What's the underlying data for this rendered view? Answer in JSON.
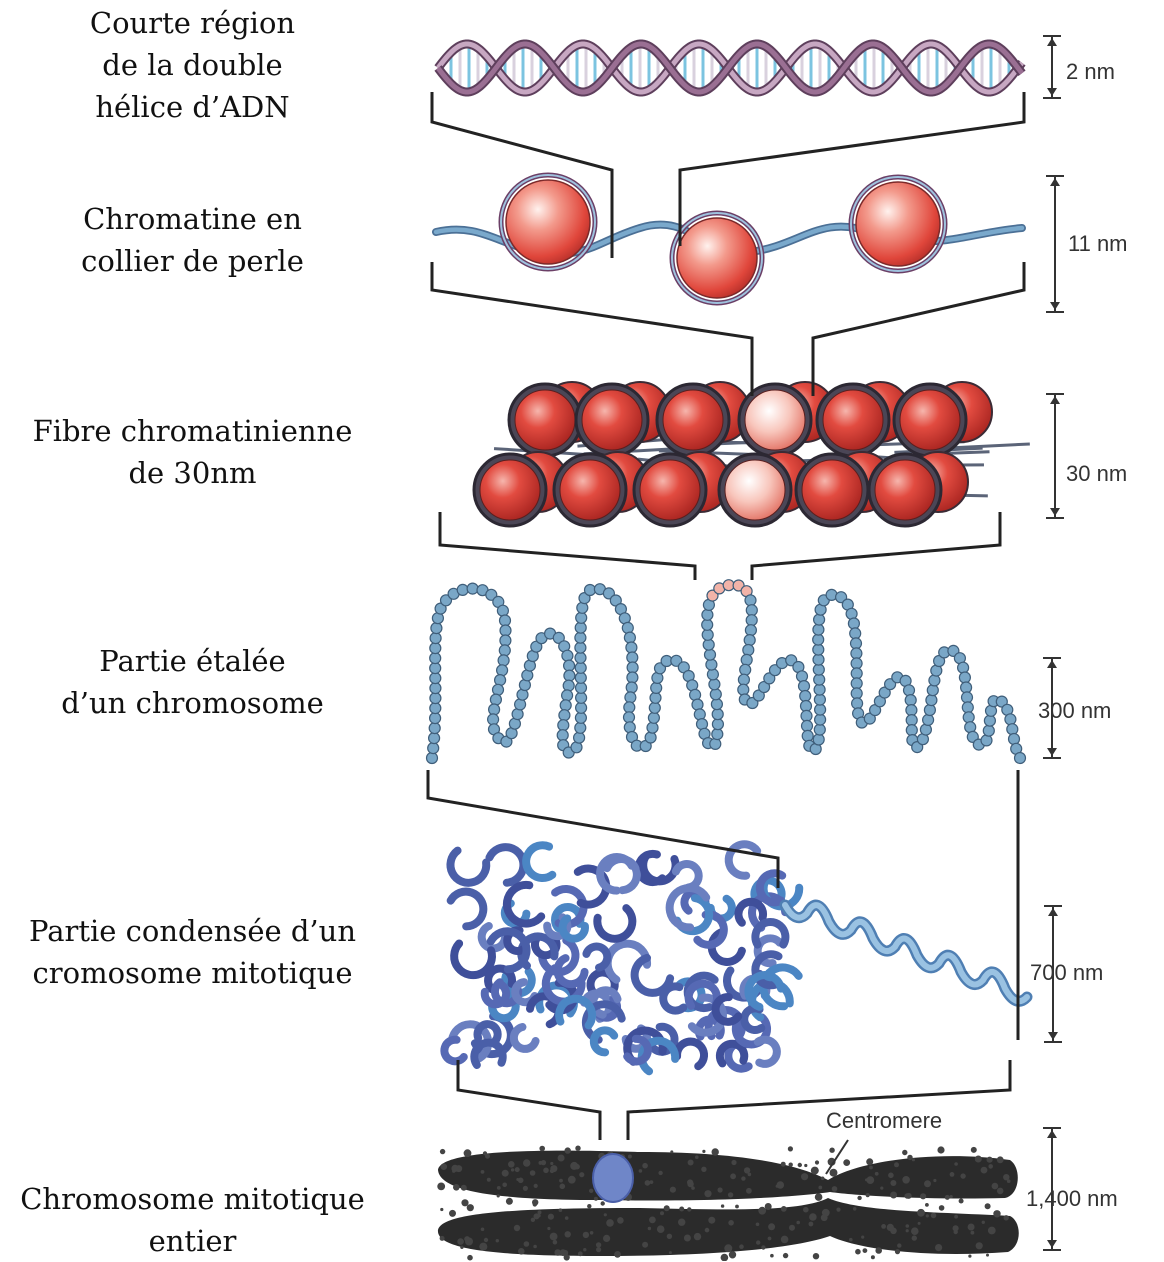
{
  "levels": [
    {
      "lines": [
        "Courte région",
        "de la double",
        "hélice d’ADN"
      ],
      "scale": "2 nm"
    },
    {
      "lines": [
        "Chromatine en",
        "collier de perle"
      ],
      "scale": "11 nm"
    },
    {
      "lines": [
        "Fibre chromatinienne",
        "de 30nm"
      ],
      "scale": "30 nm"
    },
    {
      "lines": [
        "Partie étalée",
        "d’un chromosome"
      ],
      "scale": "300 nm"
    },
    {
      "lines": [
        "Partie condensée d’un",
        "cromosome mitotique"
      ],
      "scale": "700 nm"
    },
    {
      "lines": [
        "Chromosome mitotique",
        "entier"
      ],
      "scale": "1,400 nm"
    }
  ],
  "annotations": {
    "centromere": "Centromere"
  },
  "colors": {
    "dna_strand": "#9a6f93",
    "dna_rung": "#7cc4e0",
    "linker": "#7aa9cc",
    "nucleosome": "#e8473c",
    "loop_bead": "#7aa7c7",
    "loop_bead_highlight": "#f2b3a8",
    "condensed": "#4a5fa8",
    "chromatid": "#2b2b2b",
    "connector": "#222222"
  }
}
